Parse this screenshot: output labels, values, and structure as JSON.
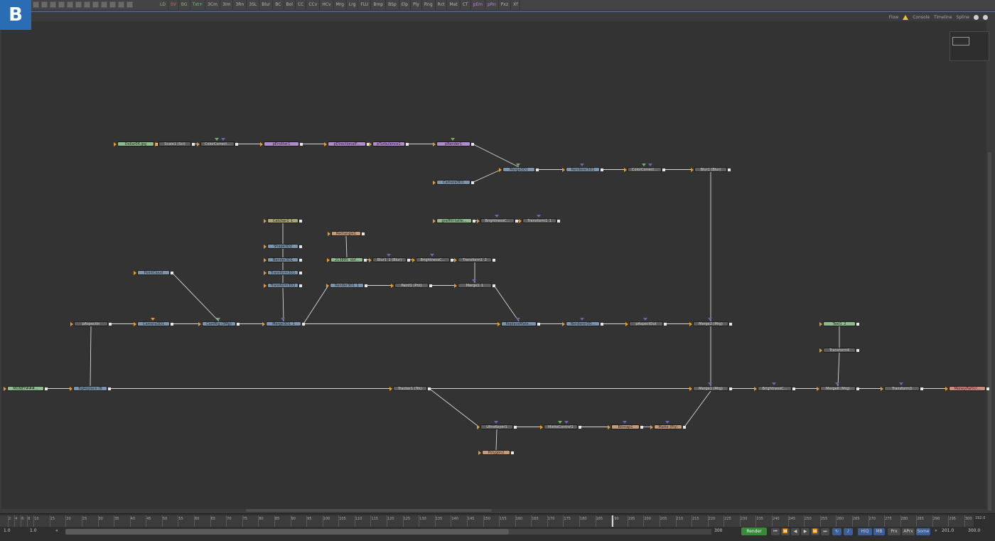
{
  "badge": "B",
  "toolbar": {
    "buttons": [
      {
        "label": "LD",
        "color": "green"
      },
      {
        "label": "SV",
        "color": "red"
      },
      {
        "label": "BG",
        "color": "green"
      },
      {
        "label": "Txt+",
        "color": "green"
      },
      {
        "label": "3Cm"
      },
      {
        "label": "3Im"
      },
      {
        "label": "3Rn"
      },
      {
        "label": "3SL"
      },
      {
        "label": "Blur"
      },
      {
        "label": "BC"
      },
      {
        "label": "Bol"
      },
      {
        "label": "CC"
      },
      {
        "label": "CCv"
      },
      {
        "label": "HCv"
      },
      {
        "label": "Mrg"
      },
      {
        "label": "Lrg"
      },
      {
        "label": "FLU"
      },
      {
        "label": "Bmp"
      },
      {
        "label": "BSp"
      },
      {
        "label": "Elp"
      },
      {
        "label": "Ply"
      },
      {
        "label": "Rng"
      },
      {
        "label": "Rct"
      },
      {
        "label": "Mat"
      },
      {
        "label": "CT"
      },
      {
        "label": "pEm",
        "color": "purple"
      },
      {
        "label": "pRn",
        "color": "purple"
      },
      {
        "label": "Pxz"
      },
      {
        "label": "Xf"
      }
    ]
  },
  "view_tabs": {
    "flow": "Flow",
    "console": "Console",
    "timeline": "Timeline",
    "spline": "Spline"
  },
  "nodes": [
    {
      "id": "dollar",
      "label": "Dollar04.jpg",
      "color": "green"
    },
    {
      "id": "scale1",
      "label": "Scale1 (Scl)",
      "color": "gray"
    },
    {
      "id": "cc_top",
      "label": "ColorCorrect...",
      "color": "gray"
    },
    {
      "id": "pemitter",
      "label": "pEmitter1",
      "color": "purple"
    },
    {
      "id": "pdirectional",
      "label": "pDirectionalF...",
      "color": "purple"
    },
    {
      "id": "pturbulence",
      "label": "pTurbulence1",
      "color": "purple"
    },
    {
      "id": "prender",
      "label": "pRender1",
      "color": "purple"
    },
    {
      "id": "camera3d1",
      "label": "Camera3D1",
      "color": "blue"
    },
    {
      "id": "merge3d1",
      "label": "Merge3D1",
      "color": "blue"
    },
    {
      "id": "renderer3d1",
      "label": "Renderer3D1",
      "color": "blue"
    },
    {
      "id": "cc2",
      "label": "ColorCorrect...",
      "color": "gray"
    },
    {
      "id": "blur1",
      "label": "Blur1 (Blur)",
      "color": "gray"
    },
    {
      "id": "graffiti",
      "label": "graffiti-tatte...",
      "color": "green"
    },
    {
      "id": "brightness_g",
      "label": "BrightnessC...",
      "color": "gray"
    },
    {
      "id": "transform1_1",
      "label": "Transform1_1",
      "color": "gray"
    },
    {
      "id": "catcher",
      "label": "Catcher1_1",
      "color": "olive"
    },
    {
      "id": "shape3d",
      "label": "Shape3D2",
      "color": "blue"
    },
    {
      "id": "bender",
      "label": "Bender3D1",
      "color": "blue"
    },
    {
      "id": "transform3d1",
      "label": "Transform3D1",
      "color": "blue"
    },
    {
      "id": "transform3d2",
      "label": "Transform3D2",
      "color": "blue"
    },
    {
      "id": "rectangle",
      "label": "Rectangle1",
      "color": "tan"
    },
    {
      "id": "img213",
      "label": "213885_dof...",
      "color": "green"
    },
    {
      "id": "blur1_1",
      "label": "Blur1_1 (Blur)",
      "color": "gray"
    },
    {
      "id": "brightness2",
      "label": "BrightnessC...",
      "color": "gray"
    },
    {
      "id": "transform1_2",
      "label": "Transform1_2",
      "color": "gray"
    },
    {
      "id": "pointcloud",
      "label": "PointCloud",
      "color": "blue"
    },
    {
      "id": "render3d1_1",
      "label": "Render3D1_1",
      "color": "blue"
    },
    {
      "id": "paint1",
      "label": "Paint1 (Pnt)",
      "color": "gray"
    },
    {
      "id": "merge1_1",
      "label": "Merge1_1",
      "color": "gray"
    },
    {
      "id": "paspectin",
      "label": "pAspectIn",
      "color": "gray"
    },
    {
      "id": "camera3d1b",
      "label": "Camera3D1",
      "color": "blue"
    },
    {
      "id": "camrig",
      "label": "CamRig (3Mg)",
      "color": "blue"
    },
    {
      "id": "merge3d1_1",
      "label": "Merge3D1_1",
      "color": "blue"
    },
    {
      "id": "replacemate",
      "label": "ReplaceMate...",
      "color": "blue"
    },
    {
      "id": "renderer3d",
      "label": "Renderer3D...",
      "color": "blue"
    },
    {
      "id": "paspectout",
      "label": "pAspectOut",
      "color": "gray"
    },
    {
      "id": "merge2",
      "label": "Merge2 (Mrg)",
      "color": "gray"
    },
    {
      "id": "text1_2",
      "label": "Text1_2",
      "color": "green"
    },
    {
      "id": "transform4",
      "label": "Transform4",
      "color": "gray"
    },
    {
      "id": "money",
      "label": "MONEY###...",
      "color": "green"
    },
    {
      "id": "bgreplace",
      "label": "BgReplace (B",
      "color": "blue"
    },
    {
      "id": "tracker1",
      "label": "Tracker1 (Trk)",
      "color": "gray"
    },
    {
      "id": "merge1",
      "label": "Merge1 (Mrg)",
      "color": "gray"
    },
    {
      "id": "brightness3",
      "label": "BrightnessC...",
      "color": "gray"
    },
    {
      "id": "merge6",
      "label": "Merge6 (Mrg)",
      "color": "gray"
    },
    {
      "id": "transform3",
      "label": "Transform3",
      "color": "gray"
    },
    {
      "id": "moneyparticle",
      "label": "MoneyParticl...",
      "color": "red"
    },
    {
      "id": "ultrakeyer",
      "label": "UltraKeyer1",
      "color": "gray"
    },
    {
      "id": "mattecontrol",
      "label": "MatteControl1",
      "color": "gray"
    },
    {
      "id": "bitmap1",
      "label": "Bitmap1",
      "color": "tan"
    },
    {
      "id": "matte_ply",
      "label": "Matte (Ply)",
      "color": "tan"
    },
    {
      "id": "polygon2",
      "label": "Polygon2",
      "color": "tan"
    }
  ],
  "timeline": {
    "ticks": [
      "2",
      "4",
      "6",
      "8",
      "10",
      "15",
      "20",
      "25",
      "30",
      "35",
      "40",
      "45",
      "50",
      "55",
      "60",
      "65",
      "70",
      "75",
      "80",
      "85",
      "90",
      "95",
      "100",
      "105",
      "110",
      "115",
      "120",
      "125",
      "130",
      "135",
      "140",
      "145",
      "150",
      "155",
      "160",
      "165",
      "170",
      "175",
      "180",
      "185",
      "190",
      "195",
      "200",
      "205",
      "210",
      "215",
      "220",
      "225",
      "230",
      "235",
      "240",
      "245",
      "250",
      "255",
      "260",
      "265",
      "270",
      "275",
      "280",
      "285",
      "290",
      "295",
      "300"
    ],
    "current": "190.0",
    "ruler_end": "192.0",
    "start_a": "1.0",
    "start_b": "1.0",
    "end_field": "300",
    "render_label": "Render",
    "hiq": "HiQ",
    "mb": "MB",
    "prx": "Prx",
    "aprx": "APrx",
    "some": "Some",
    "val_a": "201.0",
    "val_b": "300.0"
  }
}
